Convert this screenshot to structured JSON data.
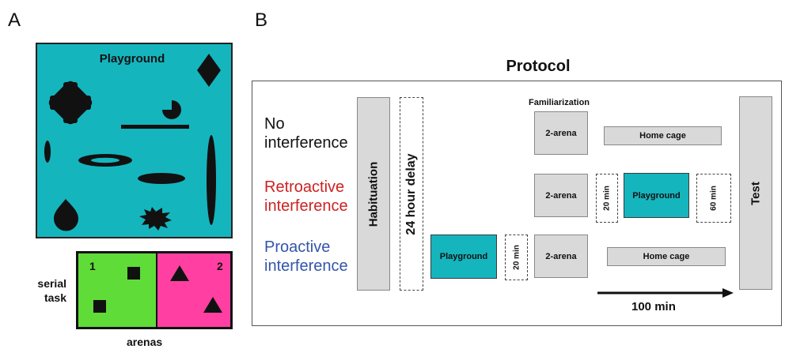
{
  "panel_a": {
    "letter": "A",
    "playground_title": "Playground",
    "playground_color": "#15b5be",
    "arena": {
      "left_color": "#5fdc38",
      "right_color": "#ff3fa2",
      "left_number": "1",
      "right_number": "2"
    },
    "serial_task_label": "serial\ntask",
    "arenas_label": "arenas"
  },
  "panel_b": {
    "letter": "B",
    "title": "Protocol",
    "conditions": [
      {
        "label": "No\ninterference",
        "color": "#111111"
      },
      {
        "label": "Retroactive\ninterference",
        "color": "#cc2222"
      },
      {
        "label": "Proactive\ninterference",
        "color": "#3355aa"
      }
    ],
    "habituation": "Habituation",
    "delay_24h": "24 hour delay",
    "familiarization": "Familiarization",
    "two_arena": "2-arena",
    "home_cage": "Home cage",
    "playground": "Playground",
    "min20": "20 min",
    "min60": "60 min",
    "test": "Test",
    "time_label": "100 min"
  }
}
